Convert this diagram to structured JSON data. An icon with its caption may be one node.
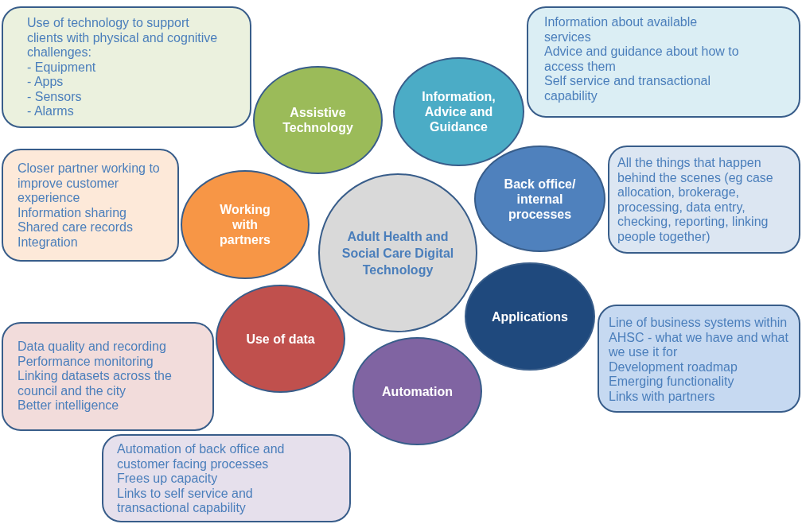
{
  "diagram": {
    "nodes": [
      {
        "text": [
          "Adult Health and Social Care Digital Technology"
        ]
      },
      {
        "text": [
          "Use of technology to support clients with physical and cognitive challenges:",
          "- Equipment",
          "- Apps",
          "- Sensors",
          "- Alarms"
        ]
      },
      {
        "text": [
          "Assistive Technology"
        ]
      },
      {
        "text": [
          "Information about available services",
          "Advice and guidance about how to access them",
          "Self service and transactional capability"
        ]
      },
      {
        "text": [
          "Information, Advice and Guidance"
        ]
      },
      {
        "text": [
          "Closer partner working to improve customer experience",
          "Information sharing",
          "Shared care records",
          "Integration"
        ]
      },
      {
        "text": [
          "Working with partners"
        ]
      },
      {
        "text": [
          "Back office/ internal processes"
        ]
      },
      {
        "text": [
          "All the things that happen behind the scenes (eg case allocation,  brokerage, processing, data entry, checking, reporting, linking people together)"
        ]
      },
      {
        "text": [
          "Applications"
        ]
      },
      {
        "text": [
          "Use of data"
        ]
      },
      {
        "text": [
          "Line of business systems within AHSC - what we have and what we use it for",
          "Development roadmap",
          "Emerging functionality",
          "Links with partners"
        ]
      },
      {
        "text": [
          "Data quality and recording",
          "Performance monitoring",
          "Linking datasets across the council and the city",
          "Better intelligence"
        ]
      },
      {
        "text": [
          "Automation"
        ]
      },
      {
        "text": [
          "Automation of back office and customer facing processes",
          "Frees up capacity",
          "Links to self service and transactional capability"
        ]
      }
    ]
  }
}
